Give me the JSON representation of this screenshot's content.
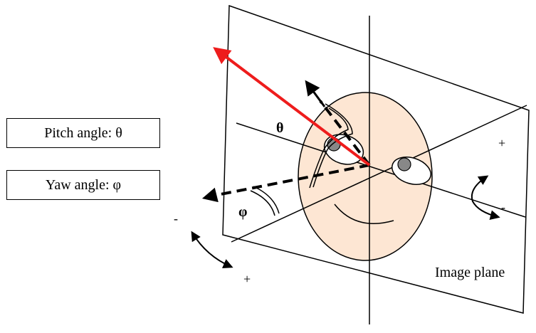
{
  "legend": {
    "pitch_label": "Pitch angle: θ",
    "yaw_label": "Yaw angle: φ"
  },
  "diagram": {
    "theta_symbol": "θ",
    "phi_symbol": "φ",
    "plane_label": "Image plane",
    "plus_right": "+",
    "minus_right": "-",
    "minus_left": "-",
    "plus_left": "+"
  },
  "colors": {
    "face_fill": "#fde6d3",
    "gaze_arrow": "#ee1c1c",
    "pupil": "#888888"
  }
}
